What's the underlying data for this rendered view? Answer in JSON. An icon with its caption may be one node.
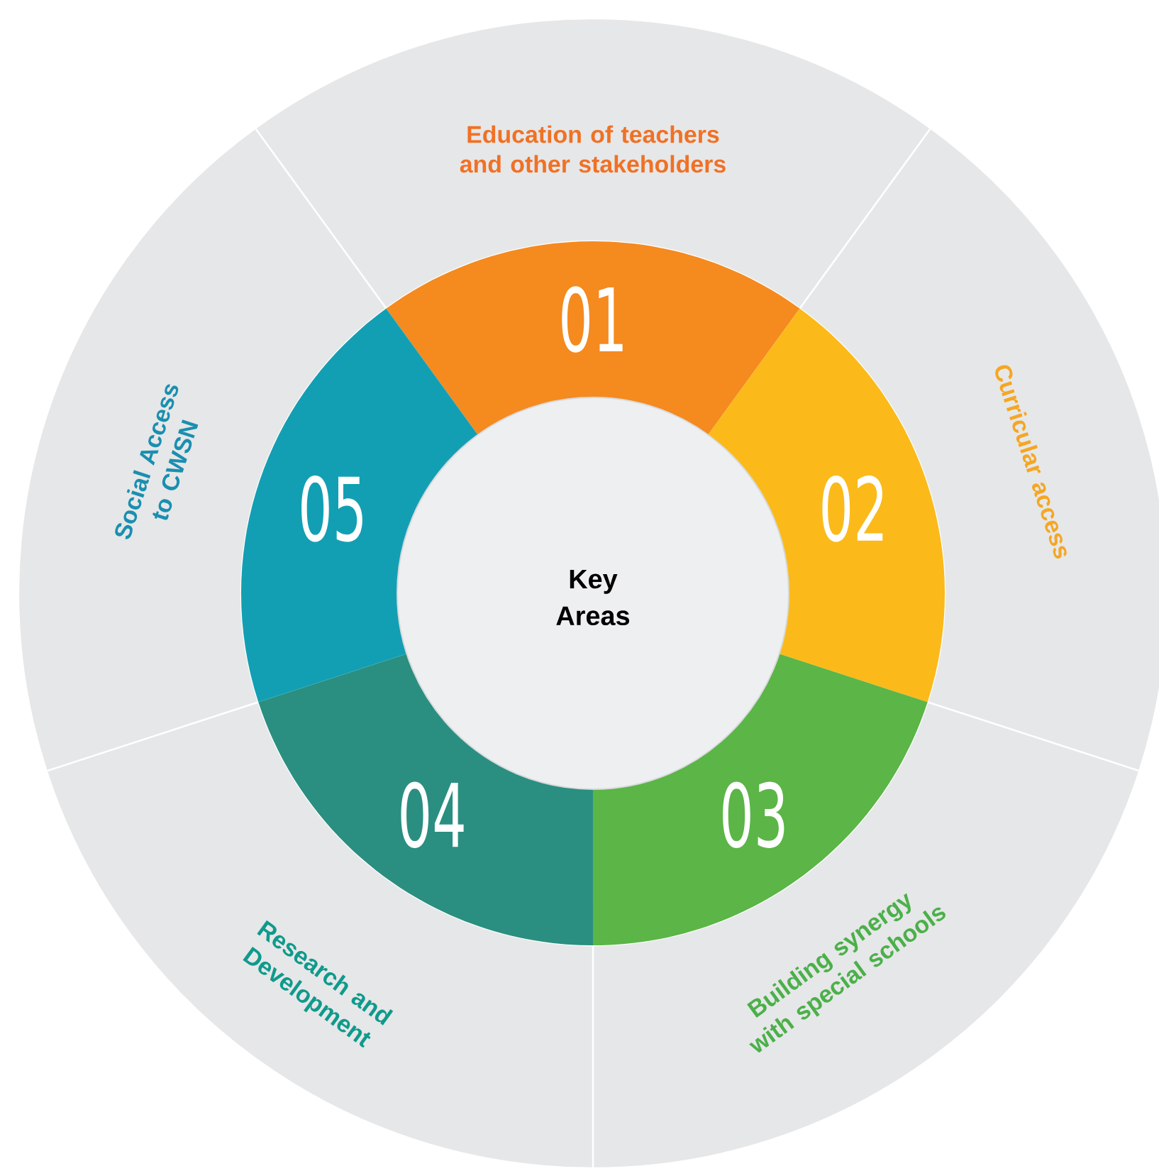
{
  "diagram": {
    "nodes": [
      {
        "text": [
          "Key Areas"
        ]
      },
      {
        "text": [
          "01"
        ]
      },
      {
        "text": [
          "02"
        ]
      },
      {
        "text": [
          "03"
        ]
      },
      {
        "text": [
          "04"
        ]
      },
      {
        "text": [
          "05"
        ]
      },
      {
        "text": [
          "Education of teachers and other stakeholders"
        ]
      },
      {
        "text": [
          "Curricular access"
        ]
      },
      {
        "text": [
          "Building synergy with special schools"
        ]
      },
      {
        "text": [
          "Research and Development"
        ]
      },
      {
        "text": [
          "Social Access to CWSN"
        ]
      }
    ]
  }
}
